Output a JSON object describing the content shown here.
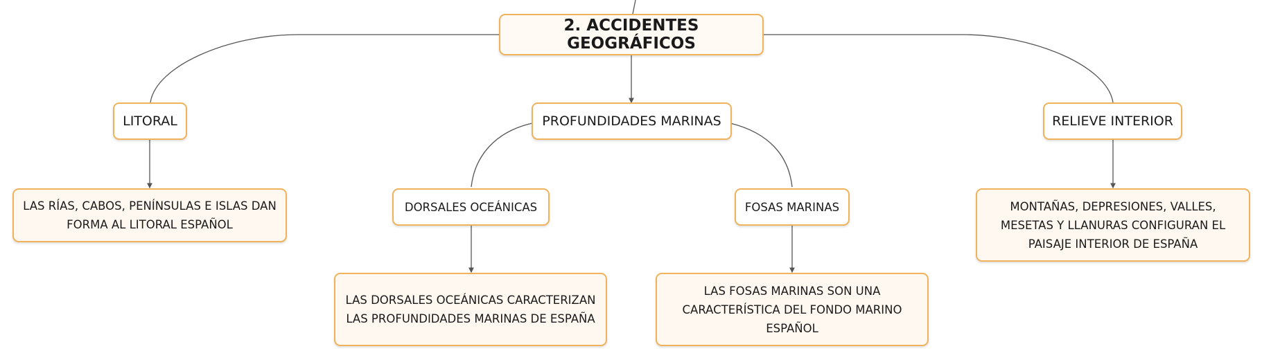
{
  "diagram": {
    "root": {
      "label": "2. ACCIDENTES GEOGRÁFICOS"
    },
    "litoral": {
      "label": "LITORAL",
      "detail": "LAS RÍAS, CABOS, PENÍNSULAS E ISLAS DAN FORMA AL LITORAL ESPAÑOL"
    },
    "profundidades": {
      "label": "PROFUNDIDADES MARINAS",
      "dorsales": {
        "label": "DORSALES OCEÁNICAS",
        "detail": "LAS DORSALES OCEÁNICAS CARACTERIZAN LAS PROFUNDIDADES MARINAS DE ESPAÑA"
      },
      "fosas": {
        "label": "FOSAS MARINAS",
        "detail": "LAS FOSAS MARINAS SON UNA CARACTERÍSTICA DEL FONDO MARINO ESPAÑOL"
      }
    },
    "relieve": {
      "label": "RELIEVE INTERIOR",
      "detail": "MONTAÑAS, DEPRESIONES, VALLES, MESETAS Y LLANURAS CONFIGURAN EL PAISAJE INTERIOR DE ESPAÑA"
    },
    "colors": {
      "border": "#f0b25a",
      "line": "#555555"
    }
  }
}
